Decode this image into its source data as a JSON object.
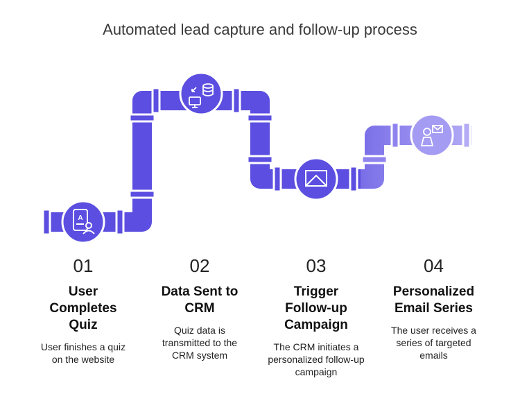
{
  "title": "Automated lead capture and follow-up process",
  "colors": {
    "pipe_dark": "#5b4ee0",
    "pipe_light": "#9a8ff0",
    "text": "#1a1a1a"
  },
  "steps": [
    {
      "number": "01",
      "heading": "User Completes Quiz",
      "description": "User finishes a quiz on the website",
      "icon": "quiz-user-icon"
    },
    {
      "number": "02",
      "heading": "Data Sent to CRM",
      "description": "Quiz data is transmitted to the CRM system",
      "icon": "database-transfer-icon"
    },
    {
      "number": "03",
      "heading": "Trigger Follow-up Campaign",
      "description": "The CRM initiates a personalized follow-up campaign",
      "icon": "campaign-mail-icon"
    },
    {
      "number": "04",
      "heading": "Personalized Email Series",
      "description": "The user receives a series of targeted emails",
      "icon": "person-email-icon"
    }
  ]
}
